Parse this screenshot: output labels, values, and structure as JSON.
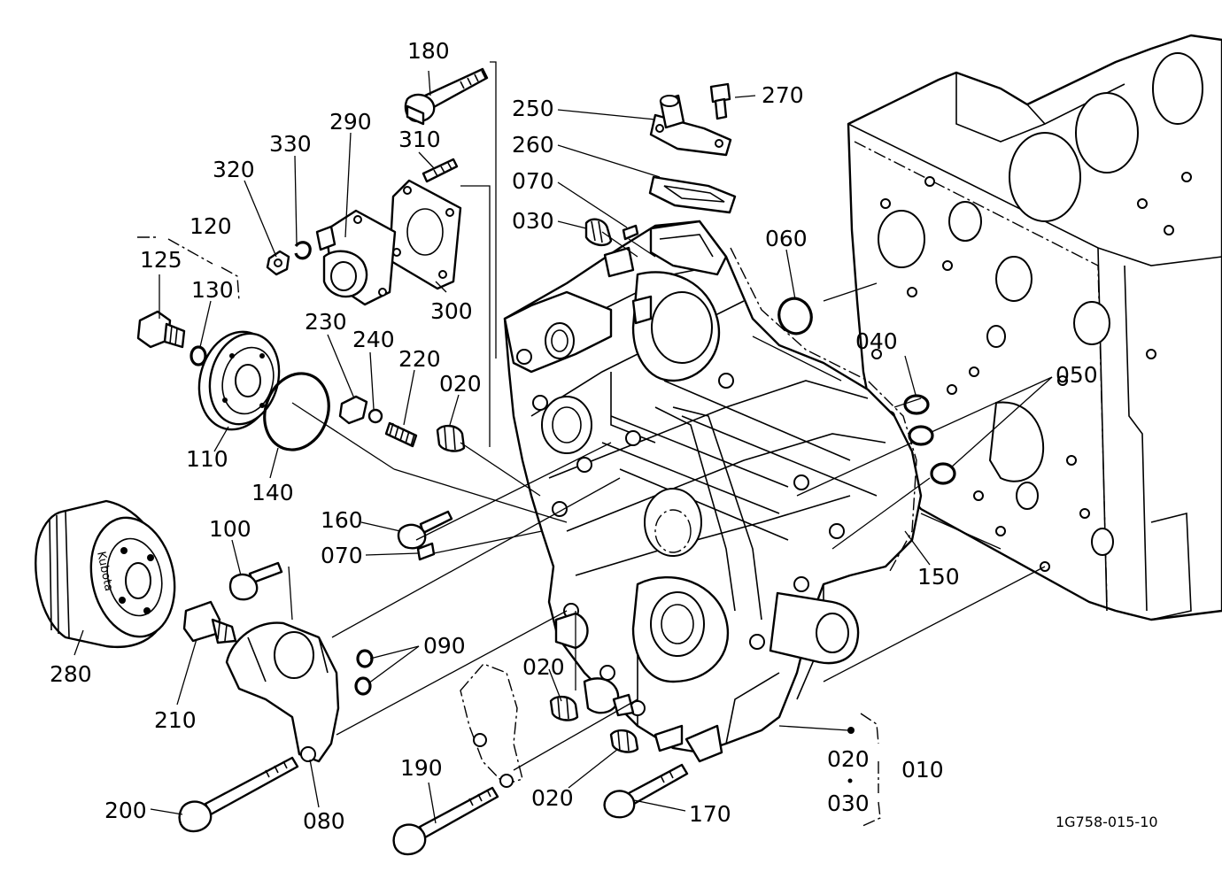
{
  "labels": {
    "p180": "180",
    "p250": "250",
    "p270": "270",
    "p290": "290",
    "p310": "310",
    "p330": "330",
    "p320": "320",
    "p260": "260",
    "p070a": "070",
    "p030a": "030",
    "p120": "120",
    "p125": "125",
    "p130": "130",
    "p060": "060",
    "p300": "300",
    "p230": "230",
    "p240": "240",
    "p220": "220",
    "p020a": "020",
    "p040": "040",
    "p050": "050",
    "p110": "110",
    "p140": "140",
    "p160": "160",
    "p070b": "070",
    "p150": "150",
    "p100": "100",
    "p280": "280",
    "p090": "090",
    "p210": "210",
    "p020b": "020",
    "p190": "190",
    "p020c": "020",
    "p020d": "020",
    "p010": "010",
    "p200": "200",
    "p080": "080",
    "p170": "170",
    "p030b": "030"
  },
  "filter_brand": "Kubota",
  "drawing_code": "1G758-015-10"
}
